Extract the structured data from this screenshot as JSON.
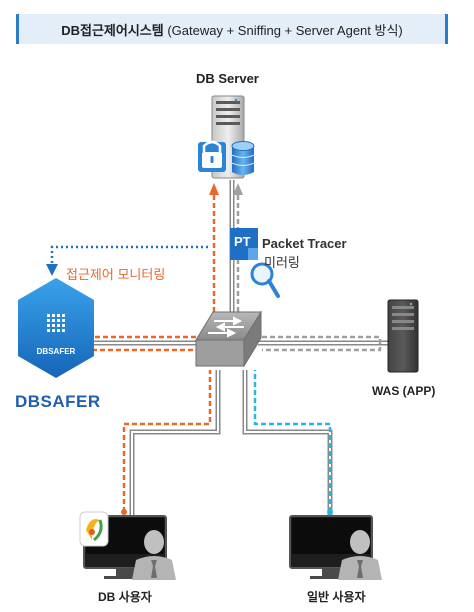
{
  "title": {
    "bold": "DB접근제어시스템",
    "rest": " (Gateway + Sniffing + Server Agent 방식)"
  },
  "db_server": {
    "label": "DB Server",
    "icons": [
      "server-icon",
      "lock-icon",
      "database-icon"
    ]
  },
  "packet_tracer": {
    "badge": "PT",
    "name": "Packet Tracer",
    "sub": "미러링",
    "icons": [
      "magnifier-icon"
    ]
  },
  "monitor_label": "접근제어 모니터링",
  "dbsafer": {
    "hex_text": "DBSAFER",
    "brand": "DBSAFER",
    "icons": [
      "fingerprint-icon"
    ]
  },
  "was": {
    "label": "WAS (APP)",
    "icons": [
      "server-icon"
    ]
  },
  "db_user": {
    "label": "DB 사용자",
    "icons": [
      "agent-icon",
      "user-icon",
      "monitor-icon"
    ]
  },
  "normal_user": {
    "label": "일반 사용자",
    "icons": [
      "user-icon",
      "monitor-icon"
    ]
  },
  "switch": {
    "icons": [
      "switch-icon"
    ]
  },
  "colors": {
    "orange": "#e8692a",
    "blue": "#1f6fc4",
    "gray": "#9a9a9a",
    "cyan": "#2ab4e0",
    "hex": "#1e88d6",
    "title_bg": "#e4eef8"
  }
}
